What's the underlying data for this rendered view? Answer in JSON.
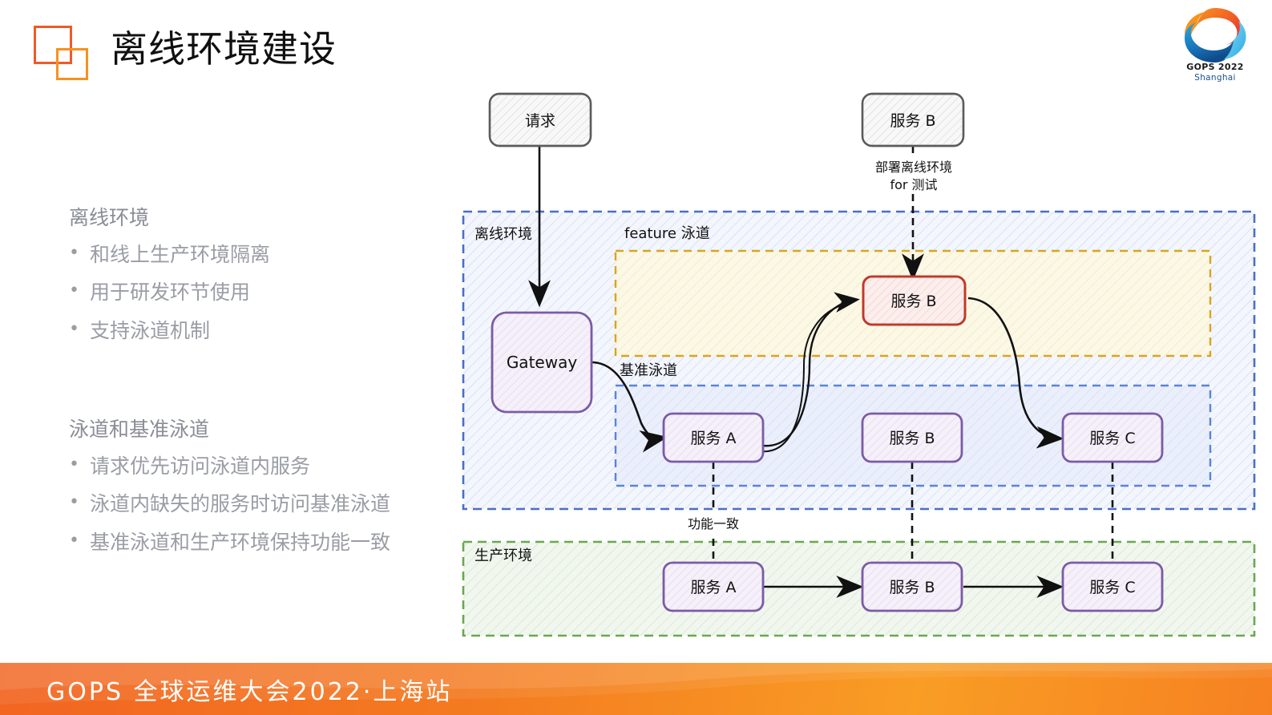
{
  "header": {
    "title": "离线环境建设",
    "icon_colors": {
      "square_red": "#F05A28",
      "square_orange": "#F6921E"
    }
  },
  "logo": {
    "name": "GOPS 2022",
    "city": "Shanghai"
  },
  "footer": {
    "text": "GOPS 全球运维大会2022·上海站",
    "bg_start": "#F26522",
    "bg_end": "#F99D25"
  },
  "left_panel": {
    "blocks": [
      {
        "heading": "离线环境",
        "items": [
          "和线上生产环境隔离",
          "用于研发环节使用",
          "支持泳道机制"
        ]
      },
      {
        "heading": "泳道和基准泳道",
        "items": [
          "请求优先访问泳道内服务",
          "泳道内缺失的服务时访问基准泳道",
          "基准泳道和生产环境保持功能一致"
        ]
      }
    ],
    "bullet_glyph": "•"
  },
  "diagram": {
    "containers": [
      {
        "id": "offline-env",
        "label": "离线环境",
        "color": "#4a6fc4"
      },
      {
        "id": "feature-lane",
        "label": "feature 泳道",
        "color": "#d9a520"
      },
      {
        "id": "baseline-lane",
        "label": "基准泳道",
        "color": "#5b84d8"
      },
      {
        "id": "prod-env",
        "label": "生产环境",
        "color": "#6aa84f"
      }
    ],
    "nodes": [
      {
        "id": "request",
        "label": "请求",
        "style": "sketch-gray"
      },
      {
        "id": "service-b-top",
        "label": "服务 B",
        "style": "sketch-gray"
      },
      {
        "id": "gateway",
        "label": "Gateway",
        "style": "purple"
      },
      {
        "id": "service-b-feature",
        "label": "服务 B",
        "style": "red"
      },
      {
        "id": "service-a-base",
        "label": "服务 A",
        "style": "purple"
      },
      {
        "id": "service-b-base",
        "label": "服务 B",
        "style": "purple"
      },
      {
        "id": "service-c-base",
        "label": "服务 C",
        "style": "purple"
      },
      {
        "id": "service-a-prod",
        "label": "服务 A",
        "style": "purple"
      },
      {
        "id": "service-b-prod",
        "label": "服务 B",
        "style": "purple"
      },
      {
        "id": "service-c-prod",
        "label": "服务 C",
        "style": "purple"
      }
    ],
    "edge_labels": [
      {
        "id": "deploy-offline",
        "line1": "部署离线环境",
        "line2": "for 测试"
      },
      {
        "id": "same-function",
        "line1": "功能一致",
        "line2": ""
      }
    ],
    "colors": {
      "node_purple_border": "#7c5ba6",
      "node_purple_fill": "#f4eff8",
      "node_red_border": "#c0392b",
      "node_red_fill": "#fbeeec",
      "node_gray_border": "#5b5b5b",
      "node_gray_fill": "#f7f7f7",
      "offline_fill": "#eef2fb",
      "feature_fill": "#fdf8e6",
      "baseline_fill": "#eef1fb",
      "prod_fill": "#eef6ec"
    }
  }
}
